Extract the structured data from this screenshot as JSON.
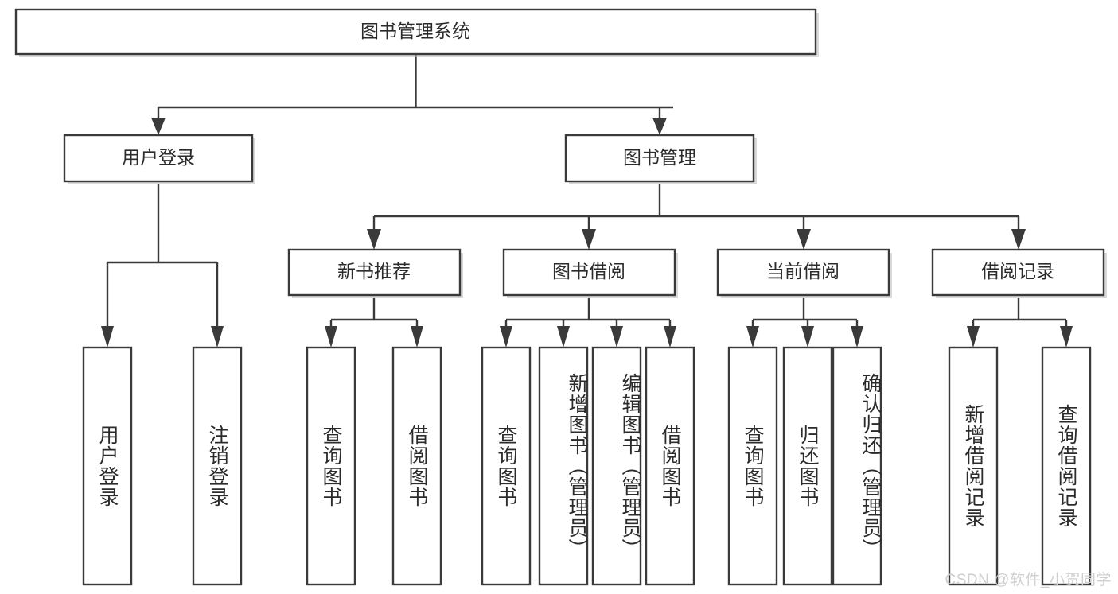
{
  "diagram": {
    "title": "图书管理系统",
    "type": "hierarchy-tree",
    "orientation": "top-down",
    "levels": 4,
    "watermark": "CSDN @软件_小贺同学",
    "colors": {
      "box_fill": "#ffffff",
      "box_stroke": "#3a3a3a",
      "text": "#2b2b2b",
      "shadow": "#b9b9b9",
      "watermark": "#cfcfcf",
      "background": "#ffffff"
    },
    "root": {
      "id": "root",
      "label": "图书管理系统",
      "orientation": "horizontal"
    },
    "level2": [
      {
        "id": "user-login",
        "label": "用户登录",
        "orientation": "horizontal"
      },
      {
        "id": "book-manage",
        "label": "图书管理",
        "orientation": "horizontal"
      }
    ],
    "level3": [
      {
        "id": "new-book-rec",
        "label": "新书推荐",
        "orientation": "horizontal",
        "parent": "book-manage"
      },
      {
        "id": "book-borrow",
        "label": "图书借阅",
        "orientation": "horizontal",
        "parent": "book-manage"
      },
      {
        "id": "current-borrow",
        "label": "当前借阅",
        "orientation": "horizontal",
        "parent": "book-manage"
      },
      {
        "id": "borrow-record",
        "label": "借阅记录",
        "orientation": "horizontal",
        "parent": "book-manage"
      }
    ],
    "leaves": {
      "user_login": [
        {
          "id": "leaf-user-login",
          "label": "用户登录"
        },
        {
          "id": "leaf-user-logout",
          "label": "注销登录"
        }
      ],
      "new_book_rec": [
        {
          "id": "leaf-query-book-1",
          "label": "查询图书"
        },
        {
          "id": "leaf-borrow-book-1",
          "label": "借阅图书"
        }
      ],
      "book_borrow": [
        {
          "id": "leaf-query-book-2",
          "label": "查询图书"
        },
        {
          "id": "leaf-add-book",
          "label": "新增图书（管理员）"
        },
        {
          "id": "leaf-edit-book",
          "label": "编辑图书（管理员）"
        },
        {
          "id": "leaf-borrow-book-2",
          "label": "借阅图书"
        }
      ],
      "current_borrow": [
        {
          "id": "leaf-query-book-3",
          "label": "查询图书"
        },
        {
          "id": "leaf-return-book",
          "label": "归还图书"
        },
        {
          "id": "leaf-confirm-return",
          "label": "确认归还（管理员）"
        }
      ],
      "borrow_record": [
        {
          "id": "leaf-add-record",
          "label": "新增借阅记录"
        },
        {
          "id": "leaf-query-record",
          "label": "查询借阅记录"
        }
      ]
    }
  }
}
